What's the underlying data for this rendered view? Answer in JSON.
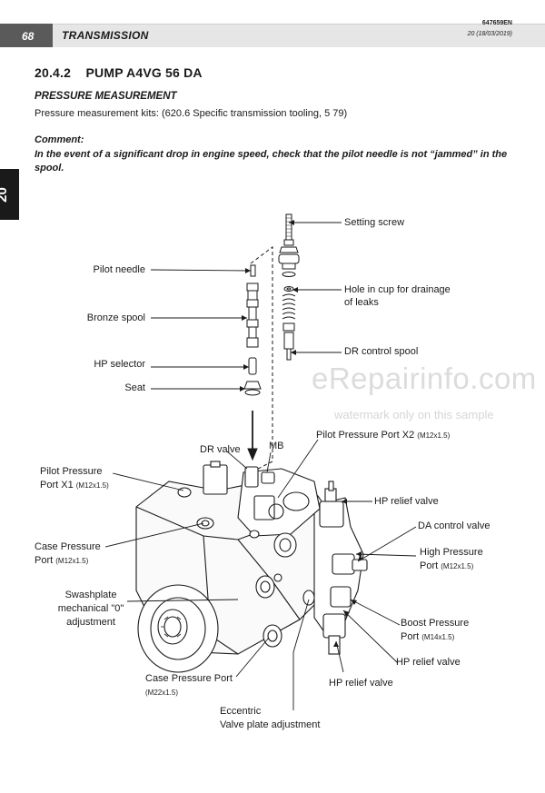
{
  "header": {
    "page_number": "68",
    "section": "TRANSMISSION",
    "doc_number": "647659EN",
    "revision": "20 (18/03/2019)"
  },
  "side_tab": "20",
  "content": {
    "section_title": "20.4.2    PUMP A4VG 56 DA",
    "sub_title": "PRESSURE MEASUREMENT",
    "body_text": "Pressure measurement kits: (620.6 Specific transmission tooling, 5 79)",
    "comment_title": "Comment:",
    "comment_text": "In the event of a significant drop in engine speed, check that the pilot needle is not “jammed” in the spool."
  },
  "diagram": {
    "labels": {
      "setting_screw": "Setting screw",
      "pilot_needle": "Pilot needle",
      "hole_cup": "Hole in cup for drainage",
      "of_leaks": "of leaks",
      "bronze_spool": "Bronze spool",
      "dr_control_spool": "DR control spool",
      "hp_selector": "HP selector",
      "seat": "Seat",
      "pilot_port_x2": "Pilot Pressure Port X2",
      "pilot_port_x2_spec": "(M12x1.5)",
      "dr_valve": "DR valve",
      "mb": "MB",
      "pilot_port_x1_l1": "Pilot Pressure",
      "pilot_port_x1_l2": "Port X1",
      "pilot_port_x1_spec": "(M12x1.5)",
      "hp_relief_top": "HP relief valve",
      "da_control_valve": "DA control valve",
      "case_port_l1": "Case Pressure",
      "case_port_l2": "Port",
      "case_port_spec": "(M12x1.5)",
      "high_port_l1": "High Pressure",
      "high_port_l2": "Port",
      "high_port_spec": "(M12x1.5)",
      "swash_l1": "Swashplate",
      "swash_l2": "mechanical \"0\"",
      "swash_l3": "adjustment",
      "boost_l1": "Boost Pressure",
      "boost_l2": "Port",
      "boost_spec": "(M14x1.5)",
      "hp_relief_mid": "HP relief valve",
      "case_port_m22": "Case Pressure Port",
      "case_port_m22_spec": "(M22x1.5)",
      "hp_relief_bottom": "HP relief valve",
      "eccentric_l1": "Eccentric",
      "eccentric_l2": "Valve plate adjustment"
    }
  },
  "watermark": {
    "main": "eRepairinfo.com",
    "sub": "watermark only on this sample"
  }
}
